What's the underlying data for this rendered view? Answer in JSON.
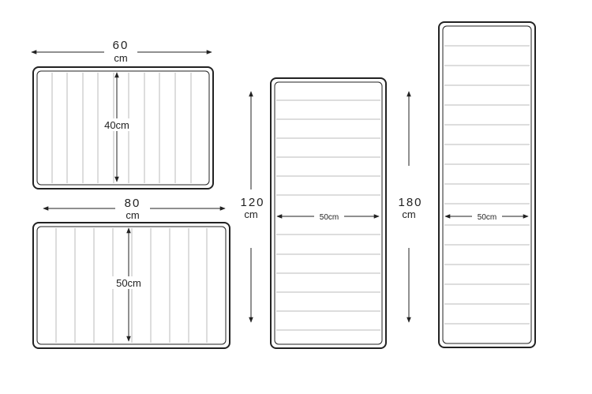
{
  "mats": [
    {
      "width_label": "60",
      "width_unit": "cm",
      "height_label": "40cm"
    },
    {
      "width_label": "80",
      "width_unit": "cm",
      "height_label": "50cm"
    },
    {
      "length_label": "120",
      "length_unit": "cm",
      "width_label": "50cm"
    },
    {
      "length_label": "180",
      "length_unit": "cm",
      "width_label": "50cm"
    }
  ],
  "colors": {
    "stroke": "#222222",
    "line": "#bbbbbb",
    "background": "#ffffff"
  }
}
